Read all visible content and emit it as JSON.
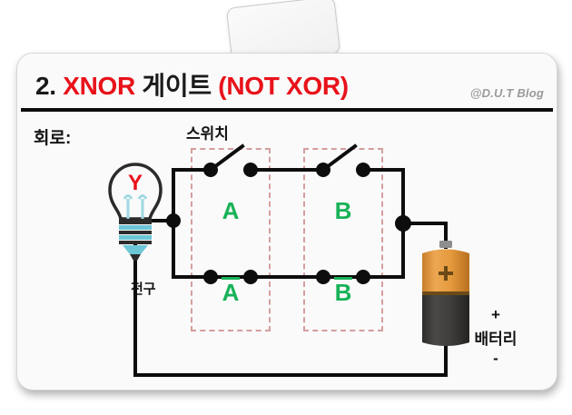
{
  "slide": {
    "number_prefix": "2.",
    "title_parts": [
      {
        "text": "2. ",
        "color": "#1a1a1a"
      },
      {
        "text": "XNOR ",
        "color": "#e8121a"
      },
      {
        "text": "게이트 ",
        "color": "#1a1a1a"
      },
      {
        "text": "(NOT XOR)",
        "color": "#e8121a"
      }
    ],
    "title_plain": "2. XNOR 게이트 (NOT XOR)",
    "watermark": "@D.U.T Blog",
    "accent_red": "#e8121a",
    "rule_color": "#0d0d0d"
  },
  "diagram": {
    "section_label": "회로:",
    "switch_label": "스위치",
    "bulb_label": "전구",
    "bulb_output_label": "Y",
    "bulb_output_color": "#e8121a",
    "gate_color": "#17b258",
    "dashbox_color": "#d59d9d",
    "wire_color": "#0d0d0d",
    "blocks": [
      {
        "name": "A",
        "top_switch_state": "open",
        "top_label": "A",
        "bottom_switch_state": "closed",
        "bottom_label": "A"
      },
      {
        "name": "B",
        "top_switch_state": "open",
        "top_label": "B",
        "bottom_switch_state": "closed",
        "bottom_label": "B"
      }
    ],
    "battery": {
      "plus_label": "+",
      "name_label": "배터리",
      "minus_label": "-",
      "top_color": "#e39a3c",
      "bottom_color": "#3d3c3a",
      "plus_symbol": "+"
    }
  }
}
